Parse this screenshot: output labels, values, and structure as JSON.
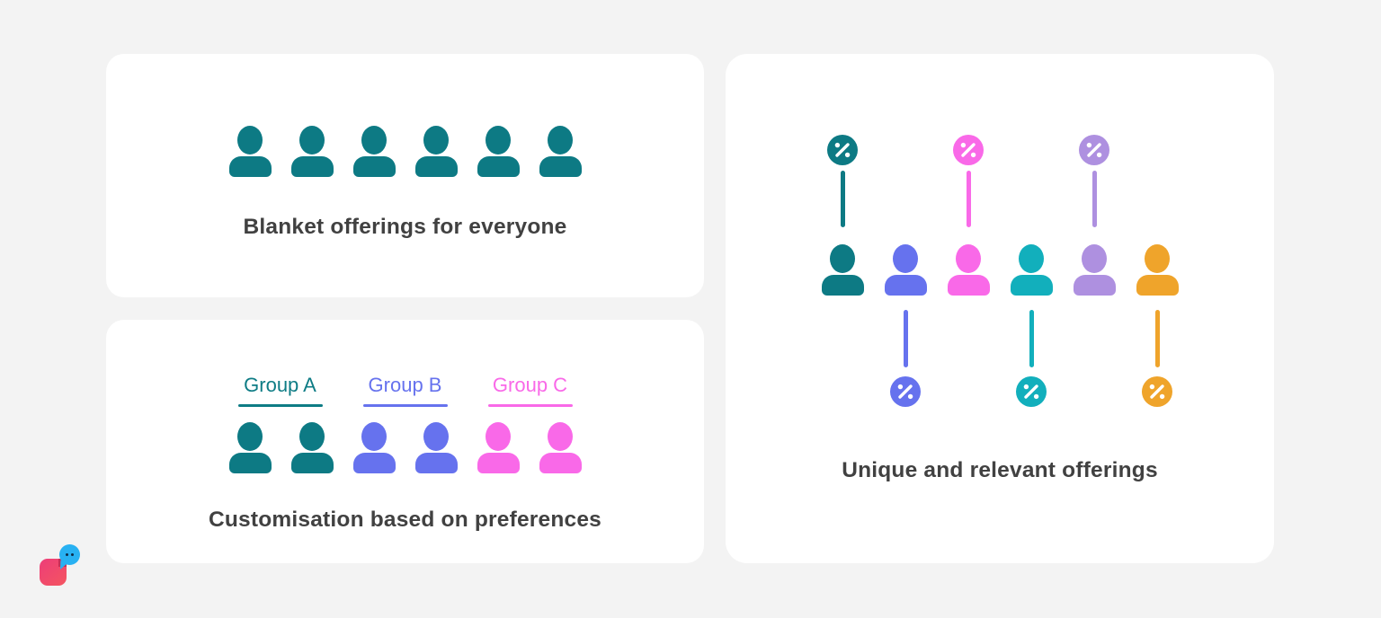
{
  "page": {
    "background": "#F3F3F3",
    "card_background": "#FFFFFF",
    "text_color": "#414141"
  },
  "cards": {
    "blanket": {
      "caption": "Blanket offerings for everyone",
      "people": [
        {
          "color": "#0D7A84"
        },
        {
          "color": "#0D7A84"
        },
        {
          "color": "#0D7A84"
        },
        {
          "color": "#0D7A84"
        },
        {
          "color": "#0D7A84"
        },
        {
          "color": "#0D7A84"
        }
      ]
    },
    "customisation": {
      "caption": "Customisation based on preferences",
      "groups": [
        {
          "label": "Group A",
          "color": "#0E7C85"
        },
        {
          "label": "Group B",
          "color": "#6672EE"
        },
        {
          "label": "Group C",
          "color": "#F969E8"
        }
      ],
      "people": [
        {
          "color": "#0D7A84"
        },
        {
          "color": "#0D7A84"
        },
        {
          "color": "#6672EE"
        },
        {
          "color": "#6672EE"
        },
        {
          "color": "#F969E8"
        },
        {
          "color": "#F969E8"
        }
      ]
    },
    "unique": {
      "caption": "Unique and relevant offerings",
      "people": [
        {
          "color": "#0D7A84",
          "percent_badge": "above"
        },
        {
          "color": "#6672EE",
          "percent_badge": "below"
        },
        {
          "color": "#F969E8",
          "percent_badge": "above"
        },
        {
          "color": "#12AFBC",
          "percent_badge": "below"
        },
        {
          "color": "#AE90E0",
          "percent_badge": "above"
        },
        {
          "color": "#EFA42B",
          "percent_badge": "below"
        }
      ]
    }
  },
  "logo": {
    "square_gradient_start": "#ED3D79",
    "square_gradient_end": "#F45560",
    "square_overlap": "#C43058",
    "bubble_color": "#28B1F2",
    "bubble_dot_color": "#0E2A47"
  }
}
